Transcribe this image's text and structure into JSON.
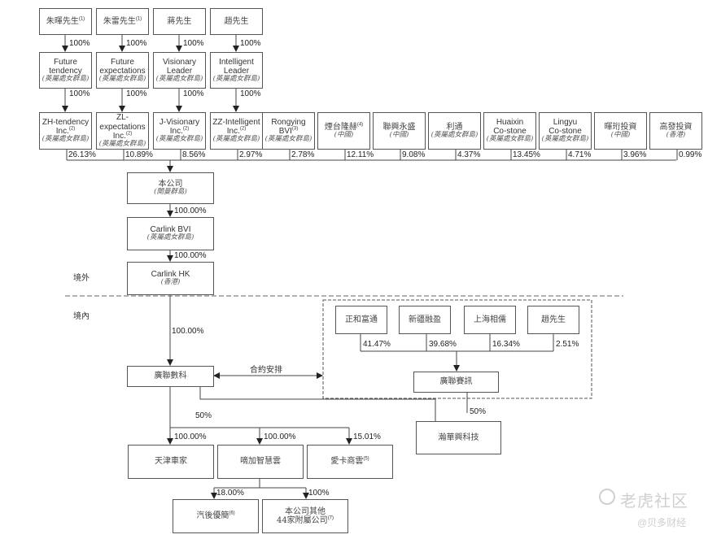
{
  "title": "Shareholding structure chart",
  "zones": {
    "offshore": "境外",
    "onshore": "境內"
  },
  "individuals": [
    {
      "name": "朱暉先生",
      "note": "(1)"
    },
    {
      "name": "朱雷先生",
      "note": "(1)"
    },
    {
      "name": "蔣先生",
      "note": ""
    },
    {
      "name": "趙先生",
      "note": ""
    }
  ],
  "individual_to_holding_pct": [
    "100%",
    "100%",
    "100%",
    "100%"
  ],
  "holding_cos": [
    {
      "line1": "Future",
      "line2": "tendency",
      "juris": "(英屬處女群島)"
    },
    {
      "line1": "Future",
      "line2": "expectations",
      "juris": "(英屬處女群島)"
    },
    {
      "line1": "Visionary",
      "line2": "Leader",
      "juris": "(英屬處女群島)"
    },
    {
      "line1": "Intelligent",
      "line2": "Leader",
      "juris": "(英屬處女群島)"
    }
  ],
  "holding_to_shareholder_pct": [
    "100%",
    "100%",
    "100%",
    "100%"
  ],
  "shareholders": [
    {
      "line1": "ZH-tendency",
      "line2": "Inc.",
      "note": "(2)",
      "juris": "(英屬處女群島)",
      "pct": "26.13%"
    },
    {
      "line1": "ZL-",
      "line2": "expectations",
      "line3": "Inc.",
      "note": "(2)",
      "juris": "(英屬處女群島)",
      "pct": "10.89%"
    },
    {
      "line1": "J-Visionary",
      "line2": "Inc.",
      "note": "(2)",
      "juris": "(英屬處女群島)",
      "pct": "8.56%"
    },
    {
      "line1": "ZZ-Intelligent",
      "line2": "Inc.",
      "note": "(2)",
      "juris": "(英屬處女群島)",
      "pct": "2.97%"
    },
    {
      "line1": "Rongying",
      "line2": "BVI",
      "note": "(3)",
      "juris": "(英屬處女群島)",
      "pct": "2.78%"
    },
    {
      "line1": "煙台隆赫",
      "note": "(4)",
      "juris": "(中國)",
      "pct": "12.11%"
    },
    {
      "line1": "聯興永盛",
      "juris": "(中國)",
      "pct": "9.08%"
    },
    {
      "line1": "利通",
      "juris": "(英屬處女群島)",
      "pct": "4.37%"
    },
    {
      "line1": "Huaixin",
      "line2": "Co-stone",
      "juris": "(英屬處女群島)",
      "pct": "13.45%"
    },
    {
      "line1": "Lingyu",
      "line2": "Co-stone",
      "juris": "(英屬處女群島)",
      "pct": "4.71%"
    },
    {
      "line1": "暉珩投資",
      "juris": "(中國)",
      "pct": "3.96%"
    },
    {
      "line1": "高發投資",
      "juris": "(香港)",
      "pct": "0.99%"
    }
  ],
  "company": {
    "name": "本公司",
    "juris": "(開曼群島)"
  },
  "company_to_bvi_pct": "100.00%",
  "carlink_bvi": {
    "name": "Carlink BVI",
    "juris": "(英屬處女群島)"
  },
  "bvi_to_hk_pct": "100.00%",
  "carlink_hk": {
    "name": "Carlink HK",
    "juris": "(香港)"
  },
  "hk_to_wfoe_pct": "100.00%",
  "wfoe": {
    "name": "廣聯數科"
  },
  "contractual_label": "合約安排",
  "vie_shareholders": [
    {
      "name": "正和富通",
      "pct": "41.47%"
    },
    {
      "name": "新疆融盈",
      "pct": "39.68%"
    },
    {
      "name": "上海相儒",
      "pct": "16.34%"
    },
    {
      "name": "趙先生",
      "pct": "2.51%"
    }
  ],
  "vie": {
    "name": "廣聯賽訊"
  },
  "jv": {
    "name": "瀚華興科技",
    "pct_from_wfoe": "50%",
    "pct_from_vie": "50%"
  },
  "subsidiaries": [
    {
      "name": "天津車家",
      "note": "",
      "pct": "100.00%"
    },
    {
      "name": "嘀加智慧雲",
      "note": "",
      "pct": "100.00%"
    },
    {
      "name": "愛卡商雲",
      "note": "(5)",
      "pct": "15.01%"
    }
  ],
  "sub_subsidiaries": [
    {
      "name": "汽後優簡",
      "note": "(6)",
      "pct": "18.00%"
    },
    {
      "line1": "本公司其他",
      "line2": "44家附屬公司",
      "note": "(7)",
      "pct": "100%"
    }
  ],
  "watermark": {
    "brand": "老虎社区",
    "account": "@贝多财经"
  }
}
